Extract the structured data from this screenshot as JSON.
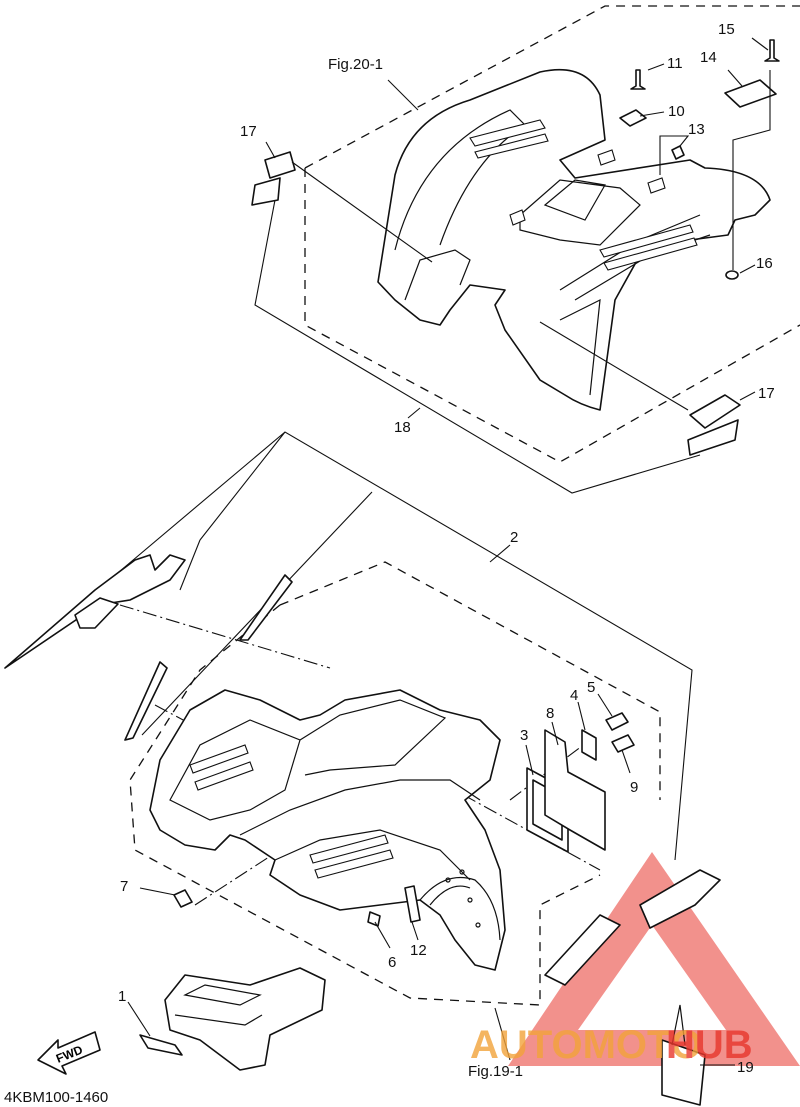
{
  "figure": {
    "code": "4KBM100-1460",
    "refs": {
      "top": "Fig.20-1",
      "bottom": "Fig.19-1"
    },
    "fwd_arrow": "FWD"
  },
  "callouts": [
    "1",
    "2",
    "3",
    "4",
    "5",
    "6",
    "7",
    "8",
    "9",
    "10",
    "11",
    "12",
    "13",
    "14",
    "15",
    "16",
    "17",
    "17",
    "18",
    "19"
  ],
  "watermark": {
    "prefix": "AUTOMOTO",
    "suffix": "HUB",
    "colors": {
      "triangle": "#e8372d",
      "prefix": "#f2a33a",
      "suffix": "#e8372d"
    }
  }
}
